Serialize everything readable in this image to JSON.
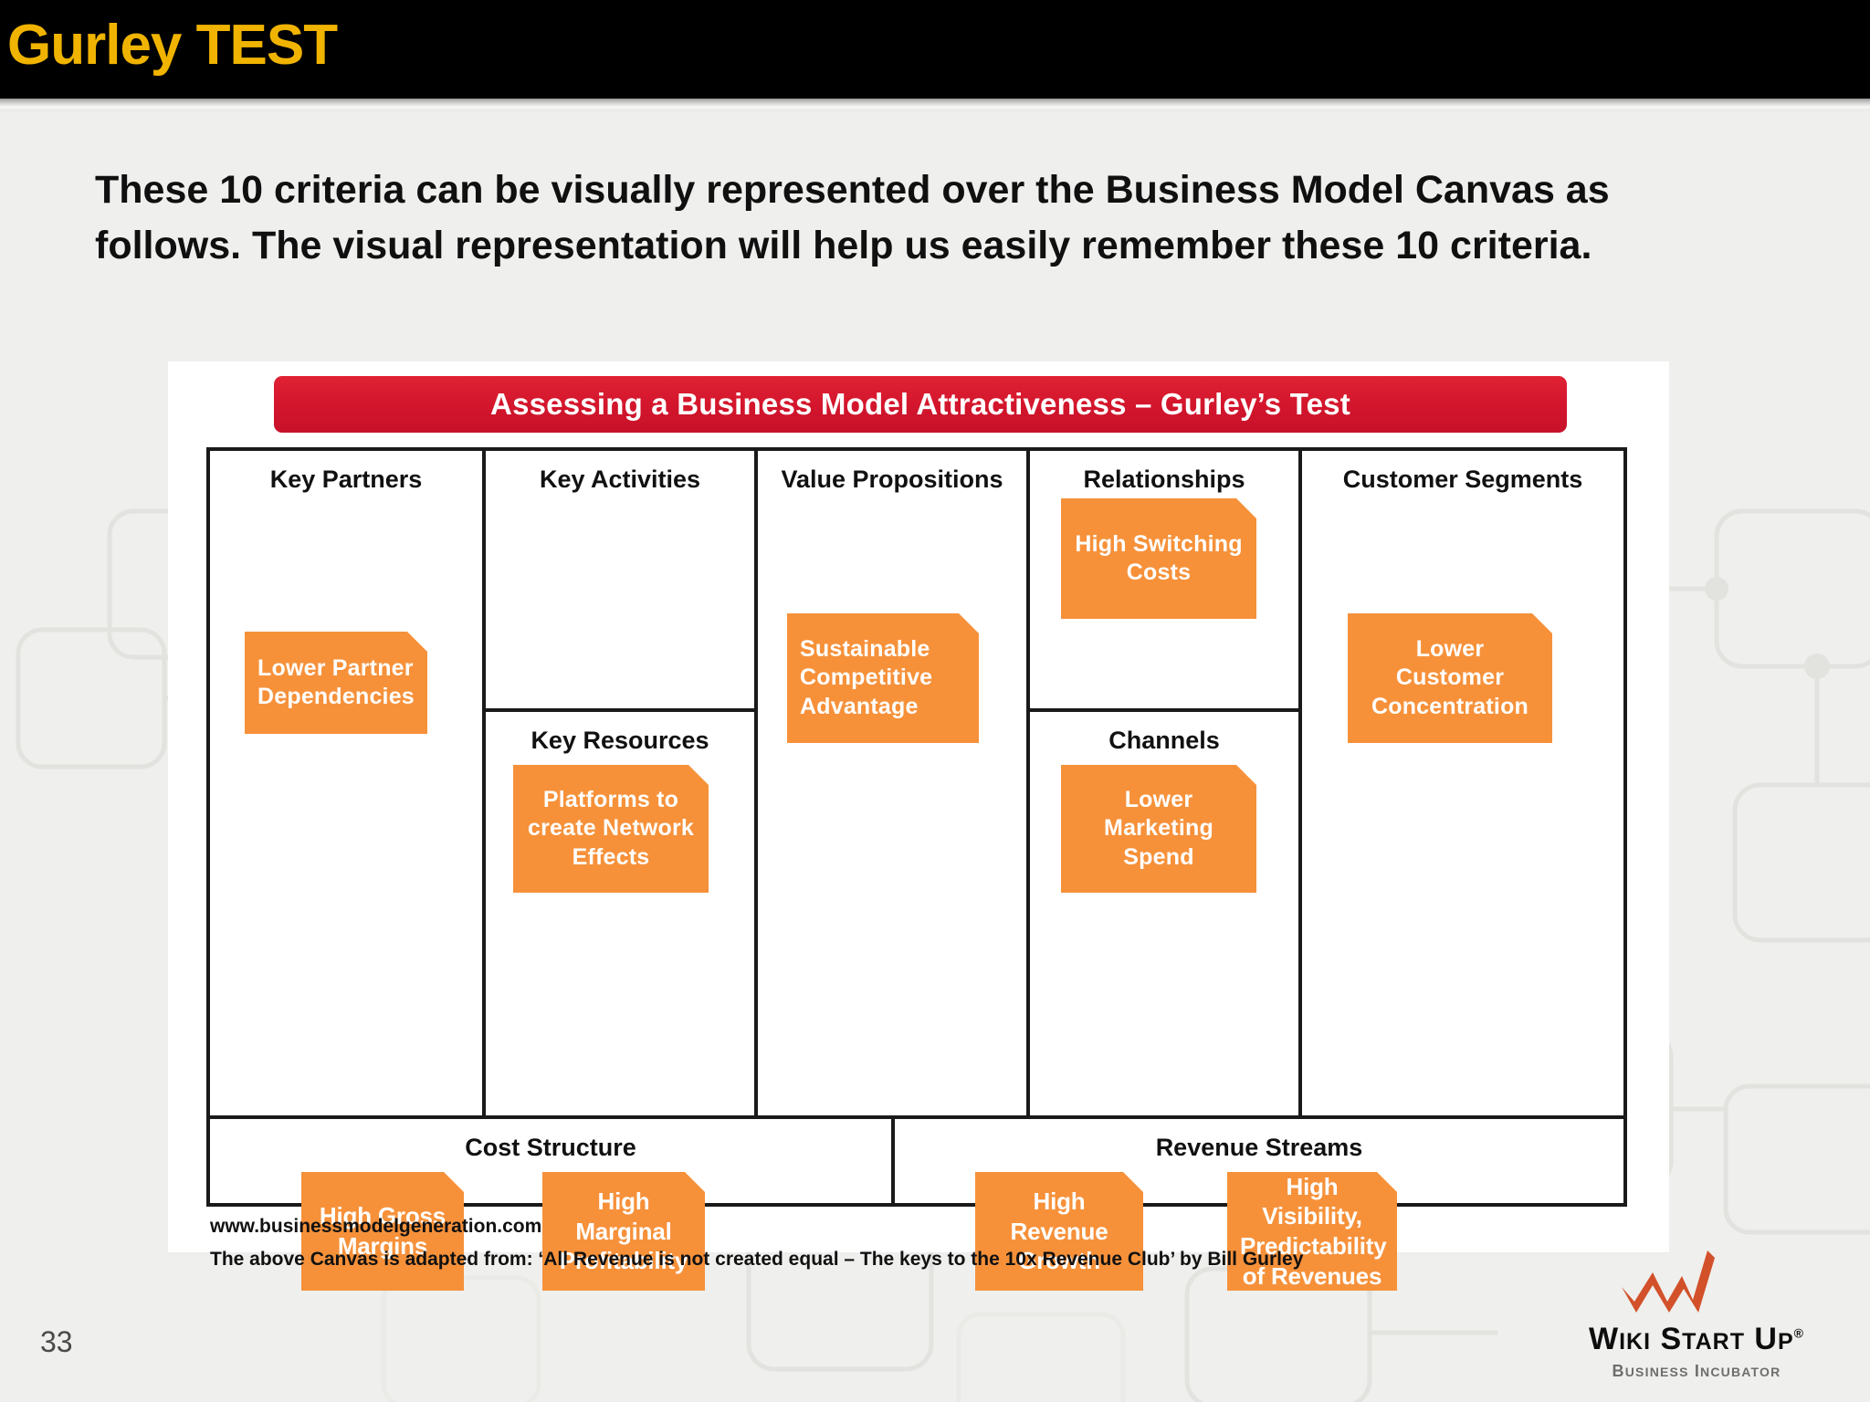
{
  "banner": {
    "title": "Gurley TEST"
  },
  "intro": {
    "line1": "These 10 criteria can be visually represented over the Business Model Canvas as",
    "line2": "follows. The visual representation will help us easily remember these 10 criteria."
  },
  "canvas": {
    "banner_title": "Assessing a Business Model Attractiveness – Gurley’s Test",
    "cells": [
      {
        "key": "key-partners",
        "title": "Key Partners"
      },
      {
        "key": "key-activities",
        "title": "Key Activities"
      },
      {
        "key": "key-resources",
        "title": "Key Resources"
      },
      {
        "key": "value-propositions",
        "title": "Value Propositions"
      },
      {
        "key": "relationships",
        "title": "Relationships"
      },
      {
        "key": "channels",
        "title": "Channels"
      },
      {
        "key": "customer-segments",
        "title": "Customer Segments"
      },
      {
        "key": "cost-structure",
        "title": "Cost Structure"
      },
      {
        "key": "revenue-streams",
        "title": "Revenue Streams"
      }
    ],
    "notes": [
      {
        "key": "lower-partner-dependencies",
        "text": "Lower Partner Dependencies"
      },
      {
        "key": "platforms-network-effects",
        "text": "Platforms to create Network Effects"
      },
      {
        "key": "sustainable-competitive-advantage",
        "text": "Sustainable Competitive Advantage"
      },
      {
        "key": "high-switching-costs",
        "text": "High Switching Costs"
      },
      {
        "key": "lower-marketing-spend",
        "text": "Lower Marketing Spend"
      },
      {
        "key": "lower-customer-concentration",
        "text": "Lower Customer Concentration"
      },
      {
        "key": "high-gross-margins",
        "text": "High Gross Margins"
      },
      {
        "key": "high-marginal-profitability",
        "text": "High Marginal Profitability"
      },
      {
        "key": "high-revenue-growth",
        "text": "High Revenue Growth"
      },
      {
        "key": "high-visibility-predictability",
        "text": "High Visibility, Predictability of Revenues"
      }
    ],
    "footer": {
      "line1": "www.businessmodelgeneration.com",
      "line2": "The above Canvas is adapted from: ‘All Revenue is not created equal – The keys to the 10x Revenue Club’ by Bill Gurley"
    }
  },
  "page_number": "33",
  "logo": {
    "word_w": "W",
    "word_iki": "IKI",
    "word_s": " S",
    "word_tart": "TART",
    "word_u": " U",
    "word_p": "P",
    "registered": "®",
    "tagline_b": "B",
    "tagline_usiness": "USINESS",
    "tagline_i": " I",
    "tagline_ncubator": "NCUBATOR"
  },
  "colors": {
    "banner_bg": "#000000",
    "banner_text": "#f0b400",
    "note_orange": "#f6913a",
    "canvas_banner_red": "#d2152c",
    "page_bg": "#efefed",
    "logo_orange": "#d2512a"
  }
}
